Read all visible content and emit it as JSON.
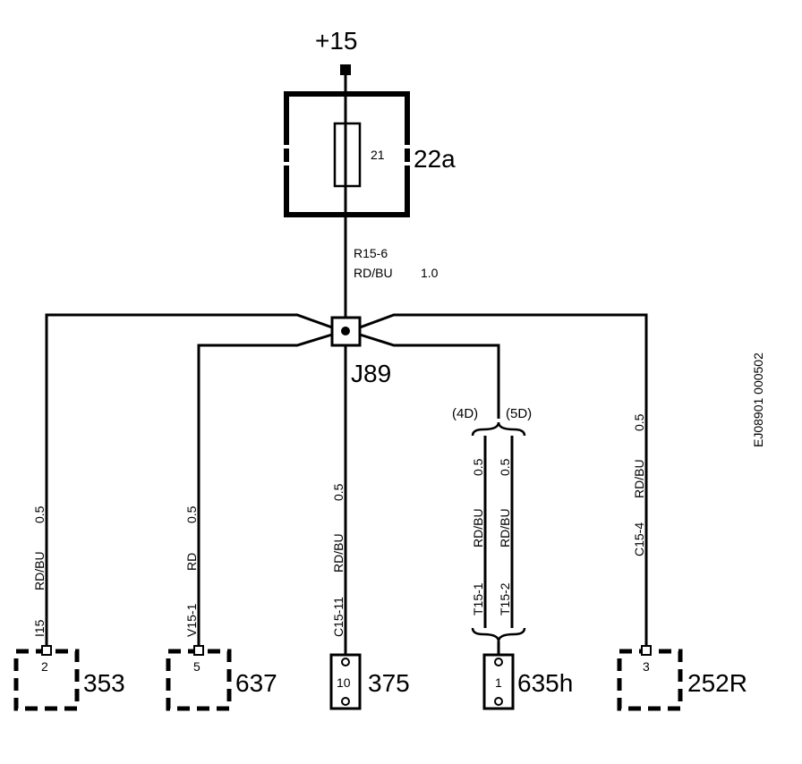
{
  "supply": {
    "label": "+15"
  },
  "fuse_box": {
    "fuse_number": "21",
    "label": "22a"
  },
  "main_wire": {
    "code": "R15-6",
    "color": "RD/BU",
    "size": "1.0"
  },
  "junction": {
    "label": "J89"
  },
  "variants": {
    "left": "(4D)",
    "right": "(5D)"
  },
  "branches": [
    {
      "code": "I15",
      "color": "RD/BU",
      "size": "0.5",
      "pin": "2",
      "component": "353"
    },
    {
      "code": "V15-1",
      "color": "RD",
      "size": "0.5",
      "pin": "5",
      "component": "637"
    },
    {
      "code": "C15-11",
      "color": "RD/BU",
      "size": "0.5",
      "pin": "10",
      "component": "375"
    },
    {
      "code": "T15-1",
      "color": "RD/BU",
      "size": "0.5"
    },
    {
      "code": "T15-2",
      "color": "RD/BU",
      "size": "0.5",
      "pin": "1",
      "component": "635h"
    },
    {
      "code": "C15-4",
      "color": "RD/BU",
      "size": "0.5",
      "pin": "3",
      "component": "252R"
    }
  ],
  "figure_id": "EJ08901 000502"
}
